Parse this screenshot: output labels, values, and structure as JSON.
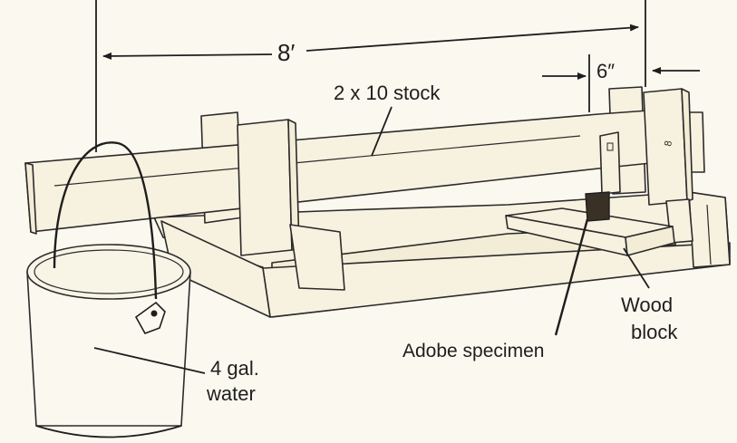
{
  "labels": {
    "length": "8′",
    "spacing": "6″",
    "stock": "2 x 10 stock",
    "block_line1": "Wood",
    "block_line2": "block",
    "specimen": "Adobe specimen",
    "water_line1": "4 gal.",
    "water_line2": "water"
  },
  "colors": {
    "paper": "#fbf8ef",
    "wood": "#f7f1df",
    "ink": "#1e1e1e"
  }
}
